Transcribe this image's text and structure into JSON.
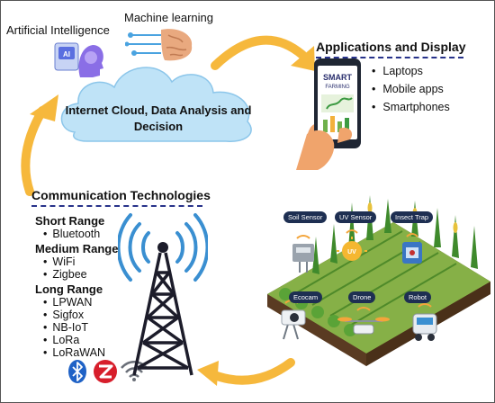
{
  "top": {
    "ai_label": "Artificial Intelligence",
    "ml_label": "Machine learning",
    "cloud_text": "Internet Cloud, Data Analysis and Decision"
  },
  "phone": {
    "screen_line1": "SMART",
    "screen_line2": "FARMING"
  },
  "applications": {
    "title": "Applications and Display",
    "items": [
      "Laptops",
      "Mobile apps",
      "Smartphones"
    ]
  },
  "communication": {
    "title": "Communication Technologies",
    "short": {
      "heading": "Short Range",
      "items": [
        "Bluetooth"
      ]
    },
    "medium": {
      "heading": "Medium Range",
      "items": [
        "WiFi",
        "Zigbee"
      ]
    },
    "long": {
      "heading": "Long Range",
      "items": [
        "LPWAN",
        "Sigfox",
        "NB-IoT",
        "LoRa",
        "LoRaWAN"
      ]
    },
    "icons": [
      "bluetooth-icon",
      "zigbee-icon",
      "wifi-icon"
    ]
  },
  "farm": {
    "devices": [
      "Soil Sensor",
      "UV Sensor",
      "Insect Trap",
      "Ecocam",
      "Drone",
      "Robot"
    ],
    "uv_badge": "UV"
  },
  "colors": {
    "arrow": "#f6b83c",
    "title_underline": "#27328a",
    "cloud": "#bfe3f7",
    "tower": "#1c1c2a",
    "signal": "#3a8fd1",
    "field": "#7aa63a",
    "label_bg": "#1e2f52"
  }
}
